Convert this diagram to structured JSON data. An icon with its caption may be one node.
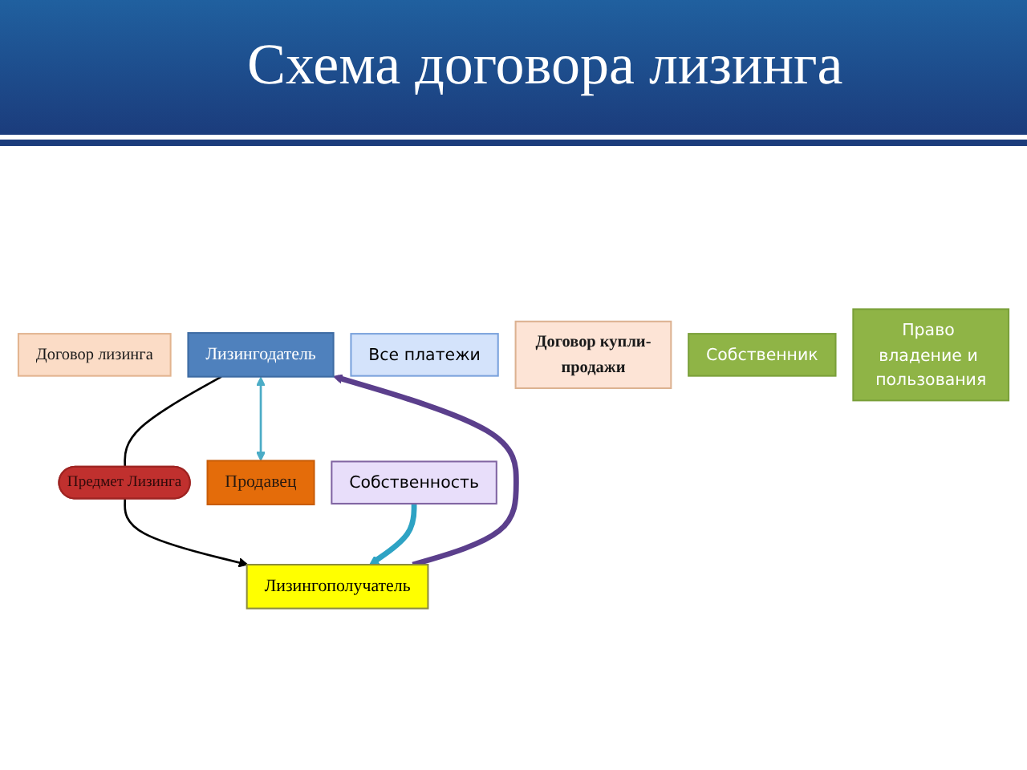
{
  "diagram": {
    "title": "Схема договора лизинга",
    "nodes": [
      {
        "text": [
          "Договор лизинга"
        ]
      },
      {
        "text": [
          "Лизингодатель"
        ]
      },
      {
        "text": [
          "Все платежи"
        ]
      },
      {
        "text": [
          "Лизингополучатель"
        ]
      },
      {
        "text": [
          "Договор купли-продажи"
        ]
      },
      {
        "text": [
          "Собственник"
        ]
      },
      {
        "text": [
          "Предмет Лизинга"
        ]
      },
      {
        "text": [
          "Право владение и пользования"
        ]
      },
      {
        "text": [
          "Продавец"
        ]
      },
      {
        "text": [
          "Собственность"
        ]
      }
    ],
    "edges": [
      {
        "from": 3,
        "to": 1,
        "arrow": "to",
        "style": "thick",
        "color": "#5b3f8c"
      },
      {
        "from": 1,
        "to": 6,
        "arrow": "none"
      },
      {
        "from": 6,
        "to": 3,
        "arrow": "to"
      },
      {
        "from": 1,
        "to": 8,
        "arrow": "both",
        "color": "#4bacc6"
      },
      {
        "from": 9,
        "to": 3,
        "arrow": "to",
        "style": "thick",
        "color": "#2ea3c4"
      }
    ]
  }
}
